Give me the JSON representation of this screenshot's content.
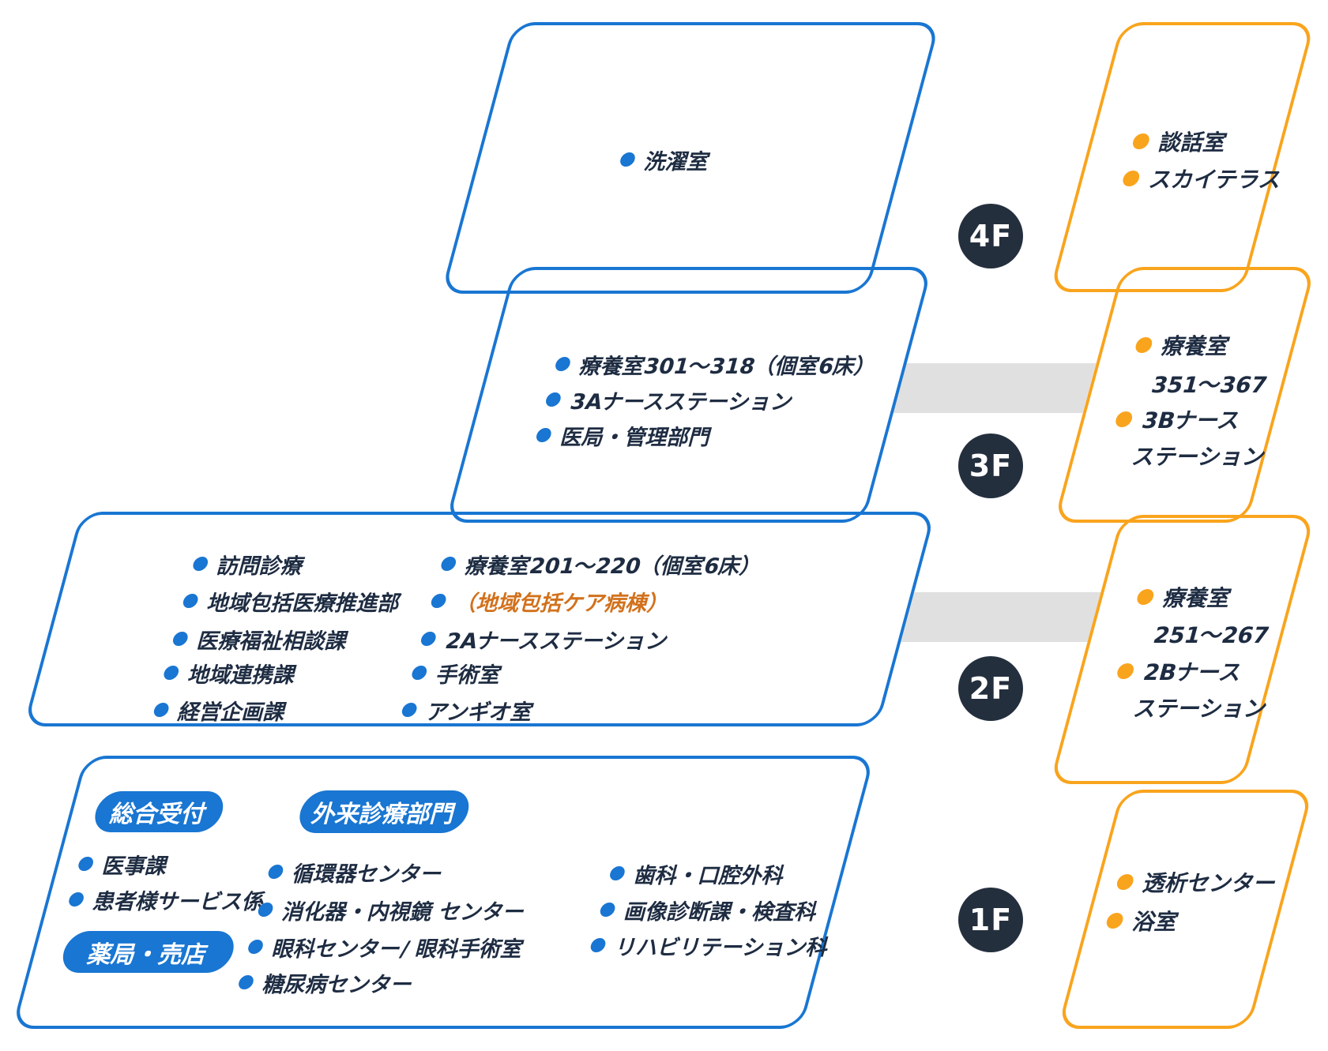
{
  "colors": {
    "blue": "#1976d2",
    "orange": "#f9a41d",
    "orange_text": "#d2711c",
    "navy": "#1e2c42",
    "badge": "#242f3e",
    "band": "#e0e0e0"
  },
  "floors": {
    "f4": {
      "badge": "4F",
      "main": {
        "items": [
          "洗濯室"
        ]
      },
      "annex": {
        "items": [
          "談話室",
          "スカイテラス"
        ]
      }
    },
    "f3": {
      "badge": "3F",
      "main": {
        "items": [
          "療養室301〜318（個室6床）",
          "3Aナースステーション",
          "医局・管理部門"
        ]
      },
      "annex": {
        "lines": [
          "療養室",
          "351〜367",
          "3Bナース",
          "ステーション"
        ]
      }
    },
    "f2": {
      "badge": "2F",
      "main": {
        "col1": [
          "訪問診療",
          "地域包括医療推進部",
          "医療福祉相談課",
          "地域連携課",
          "経営企画課"
        ],
        "col2": [
          "療養室201〜220（個室6床）",
          "（地域包括ケア病棟）",
          "2Aナースステーション",
          "手術室",
          "アンギオ室"
        ]
      },
      "annex": {
        "lines": [
          "療養室",
          "251〜267",
          "2Bナース",
          "ステーション"
        ]
      }
    },
    "f1": {
      "badge": "1F",
      "main": {
        "pills": [
          "総合受付",
          "外来診療部門",
          "薬局・売店"
        ],
        "col1": [
          "医事課",
          "患者様サービス係"
        ],
        "col2": [
          "循環器センター",
          "消化器・内視鏡 センター",
          "眼科センター/ 眼科手術室",
          "糖尿病センター"
        ],
        "col3": [
          "歯科・口腔外科",
          "画像診断課・検査科",
          "リハビリテーション科"
        ]
      },
      "annex": {
        "items": [
          "透析センター",
          "浴室"
        ]
      }
    }
  }
}
